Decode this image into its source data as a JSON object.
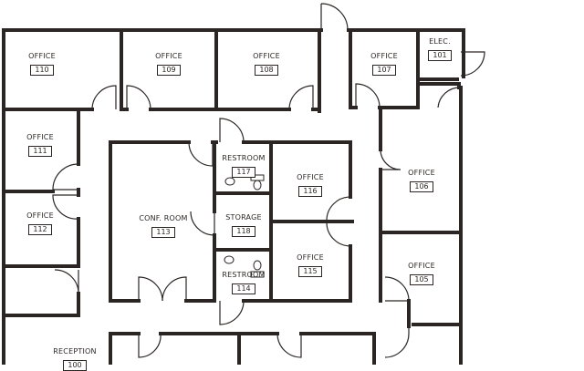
{
  "rooms": {
    "office_110": {
      "name": "OFFICE",
      "number": "110"
    },
    "office_109": {
      "name": "OFFICE",
      "number": "109"
    },
    "office_108": {
      "name": "OFFICE",
      "number": "108"
    },
    "office_107": {
      "name": "OFFICE",
      "number": "107"
    },
    "elec_101": {
      "name": "ELEC.",
      "number": "101"
    },
    "office_111": {
      "name": "OFFICE",
      "number": "111"
    },
    "office_112": {
      "name": "OFFICE",
      "number": "112"
    },
    "conf_113": {
      "name": "CONF. ROOM",
      "number": "113"
    },
    "restroom_117": {
      "name": "RESTROOM",
      "number": "117"
    },
    "storage_118": {
      "name": "STORAGE",
      "number": "118"
    },
    "restroom_114": {
      "name": "RESTROOM",
      "number": "114"
    },
    "office_116": {
      "name": "OFFICE",
      "number": "116"
    },
    "office_115": {
      "name": "OFFICE",
      "number": "115"
    },
    "office_106": {
      "name": "OFFICE",
      "number": "106"
    },
    "office_105": {
      "name": "OFFICE",
      "number": "105"
    },
    "reception_100": {
      "name": "RECEPTION",
      "number": "100"
    }
  },
  "colors": {
    "wall": "#2b2624",
    "paper": "#ffffff"
  }
}
